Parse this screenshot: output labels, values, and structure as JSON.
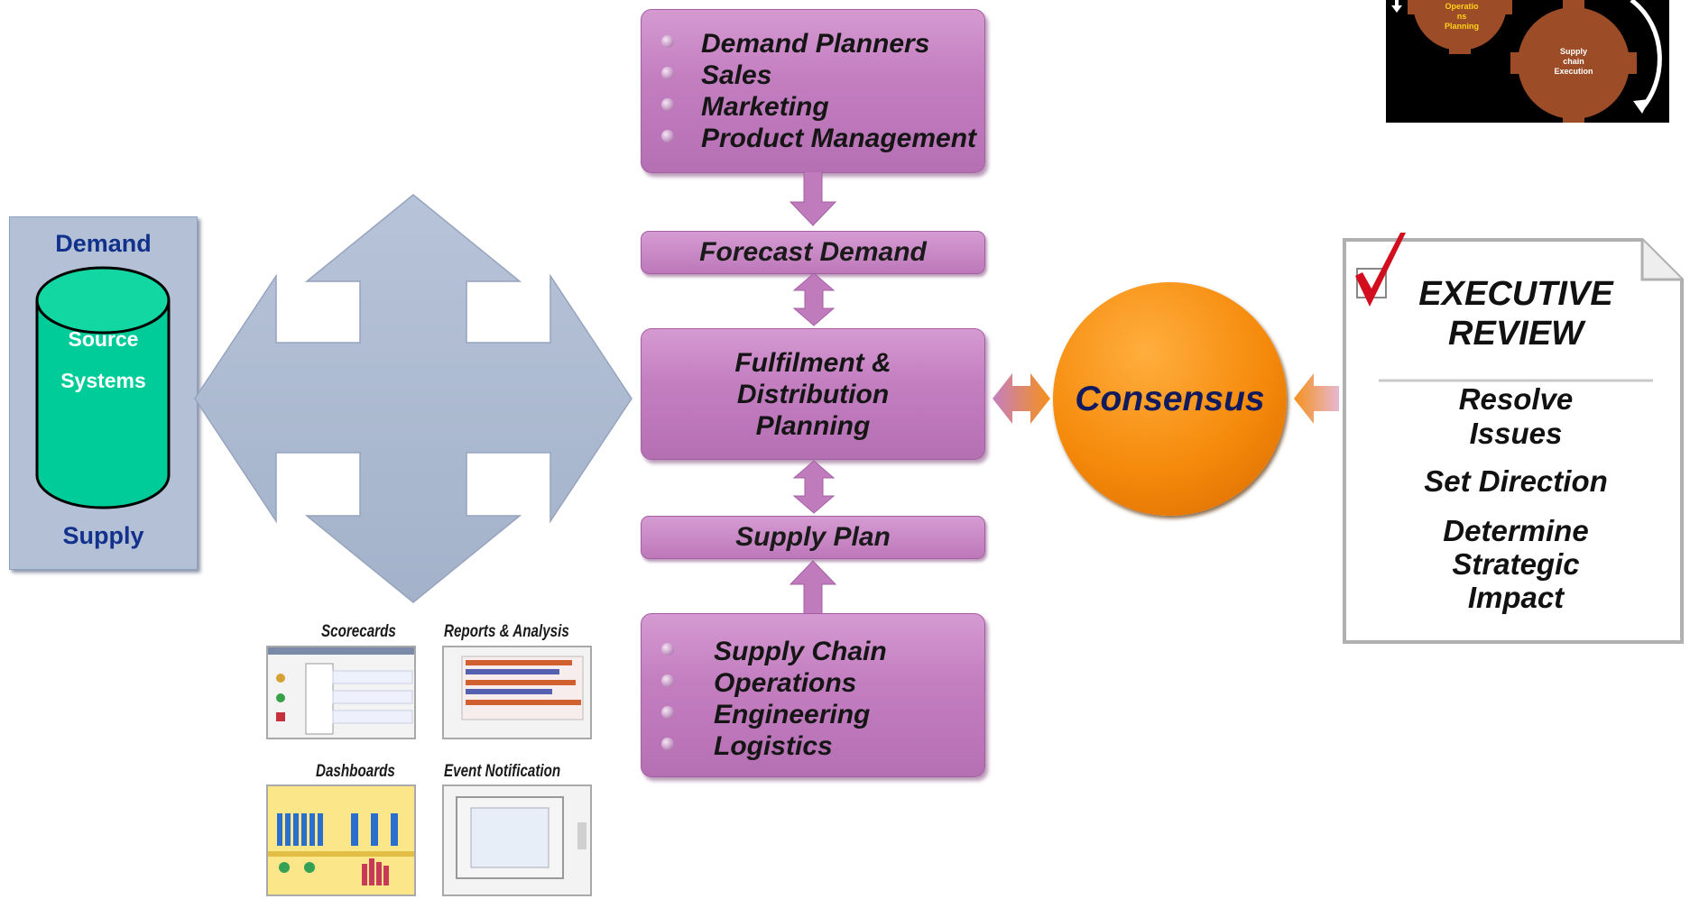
{
  "source_panel": {
    "top_label": "Demand",
    "cylinder_line1": "Source",
    "cylinder_line2": "Systems",
    "bottom_label": "Supply"
  },
  "demand_box": {
    "items": [
      "Demand Planners",
      "Sales",
      "Marketing",
      "Product Management"
    ]
  },
  "forecast_demand": "Forecast Demand",
  "fulfilment": {
    "line1": "Fulfilment &",
    "line2": "Distribution",
    "line3": "Planning"
  },
  "supply_plan": "Supply Plan",
  "supply_box": {
    "items": [
      "Supply Chain",
      "Operations",
      "Engineering",
      "Logistics"
    ]
  },
  "consensus": "Consensus",
  "executive_review": {
    "title_line1": "EXECUTIVE",
    "title_line2": "REVIEW",
    "item1_line1": "Resolve",
    "item1_line2": "Issues",
    "item2": "Set Direction",
    "item3_line1": "Determine",
    "item3_line2": "Strategic",
    "item3_line3": "Impact"
  },
  "thumbnails": {
    "scorecards": "Scorecards",
    "reports": "Reports & Analysis",
    "dashboards": "Dashboards",
    "events": "Event Notification"
  },
  "gears": {
    "gear1_l1": "Operatio",
    "gear1_l2": "ns",
    "gear1_l3": "Planning",
    "gear2_l1": "Supply",
    "gear2_l2": "chain",
    "gear2_l3": "Execution"
  },
  "colors": {
    "purple": "#c47fc1",
    "navy_label": "#12318b",
    "cylinder_green": "#00cc99",
    "consensus_orange": "#f58a0b",
    "arrow_blue": "#aab8cf"
  }
}
